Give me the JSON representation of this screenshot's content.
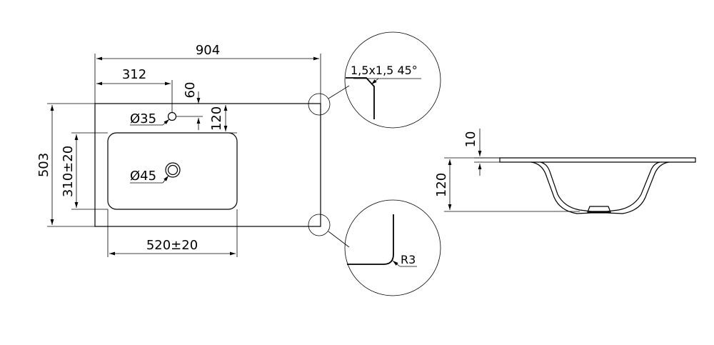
{
  "plan": {
    "width_label": "904",
    "faucet_offset_label": "312",
    "faucet_edge_label": "60",
    "bowl_offset_label": "120",
    "depth_label": "503",
    "bowl_depth_label": "310±20",
    "bowl_width_label": "520±20",
    "faucet_hole_label": "Ø35",
    "drain_hole_label": "Ø45"
  },
  "details": {
    "chamfer_label": "1,5x1,5 45°",
    "radius_label": "R3"
  },
  "section": {
    "top_thickness_label": "10",
    "bowl_height_label": "120"
  }
}
